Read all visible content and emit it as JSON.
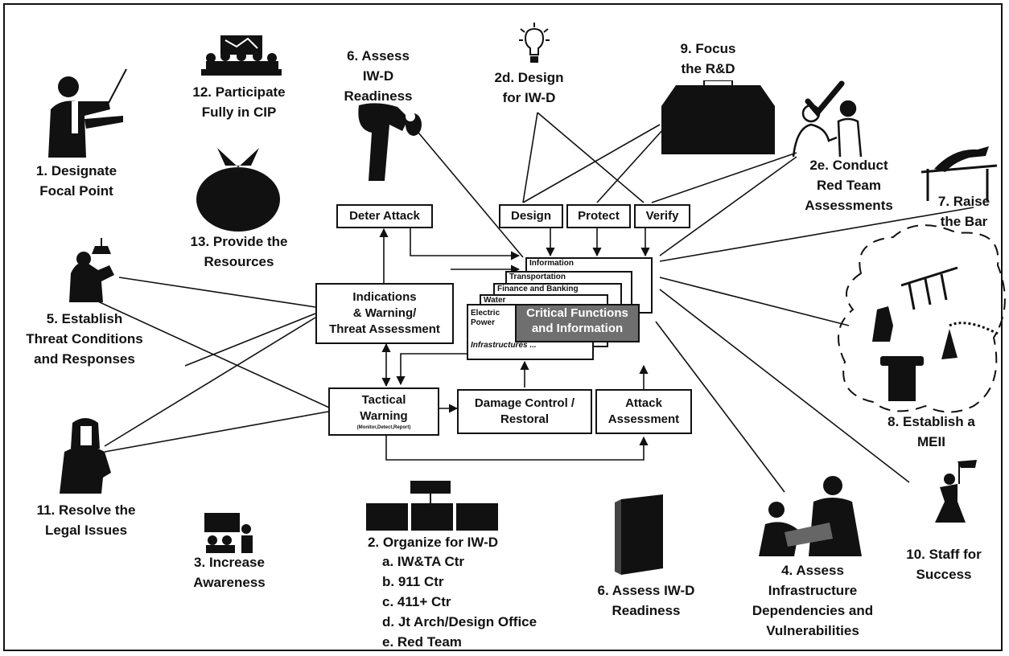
{
  "goals": {
    "designate_focal_point": [
      "1. Designate",
      "Focal Point"
    ],
    "participate_cip": [
      "12. Participate",
      "Fully in CIP"
    ],
    "provide_resources": [
      "13. Provide the",
      "Resources"
    ],
    "assess_readiness_top": [
      "6. Assess",
      "IW-D",
      "Readiness"
    ],
    "design_iwd": [
      "2d. Design",
      "for IW-D"
    ],
    "focus_rd": [
      "9. Focus",
      "the R&D"
    ],
    "red_team": [
      "2e. Conduct",
      "Red Team",
      "Assessments"
    ],
    "raise_bar": [
      "7. Raise",
      "the Bar"
    ],
    "threat_conditions": [
      "5. Establish",
      "Threat Conditions",
      "and Responses"
    ],
    "meii": [
      "8. Establish a",
      "MEII"
    ],
    "legal": [
      "11. Resolve the",
      "Legal Issues"
    ],
    "awareness": [
      "3. Increase",
      "Awareness"
    ],
    "organize_title": "2. Organize for IW-D",
    "organize_items": [
      "a. IW&TA Ctr",
      "b. 911 Ctr",
      "c. 411+ Ctr",
      "d. Jt Arch/Design Office",
      "e. Red Team"
    ],
    "assess_readiness_bottom": [
      "6. Assess IW-D",
      "Readiness"
    ],
    "infrastructure": [
      "4. Assess",
      "Infrastructure",
      "Dependencies and",
      "Vulnerabilities"
    ],
    "staff": [
      "10. Staff for",
      "Success"
    ]
  },
  "boxes": {
    "deter": "Deter Attack",
    "design": "Design",
    "protect": "Protect",
    "verify": "Verify",
    "indications": [
      "Indications",
      "& Warning/",
      "Threat Assessment"
    ],
    "tactical": [
      "Tactical",
      "Warning"
    ],
    "tactical_sub": "(Monitor,Detect,Report)",
    "damage": [
      "Damage Control /",
      "Restoral"
    ],
    "attack": [
      "Attack",
      "Assessment"
    ]
  },
  "stack": {
    "information": "Information",
    "transportation": "Transportation",
    "finance": "Finance and Banking",
    "water": "Water",
    "electric": [
      "Electric",
      "Power"
    ],
    "critical": [
      "Critical Functions",
      "and Information"
    ],
    "infrastructures": "Infrastructures ..."
  },
  "icons": {
    "focal": "conductor-icon",
    "cip": "meeting-icon",
    "resources": "money-bag-icon",
    "readiness": "bowing-figure-icon",
    "design": "lightbulb-icon",
    "rd": "toolbox-icon",
    "checkmark": "checkmark-icon",
    "redteam": "doctor-patient-icon",
    "highjump": "high-jumper-icon",
    "threat": "lamp-figure-icon",
    "meii": "infrastructure-cloud-icon",
    "legal": "judge-icon",
    "awareness": "speaker-audience-icon",
    "orgchart": "org-chart-icon",
    "binder": "binder-icon",
    "infra": "people-group-icon",
    "staff": "climber-icon"
  }
}
